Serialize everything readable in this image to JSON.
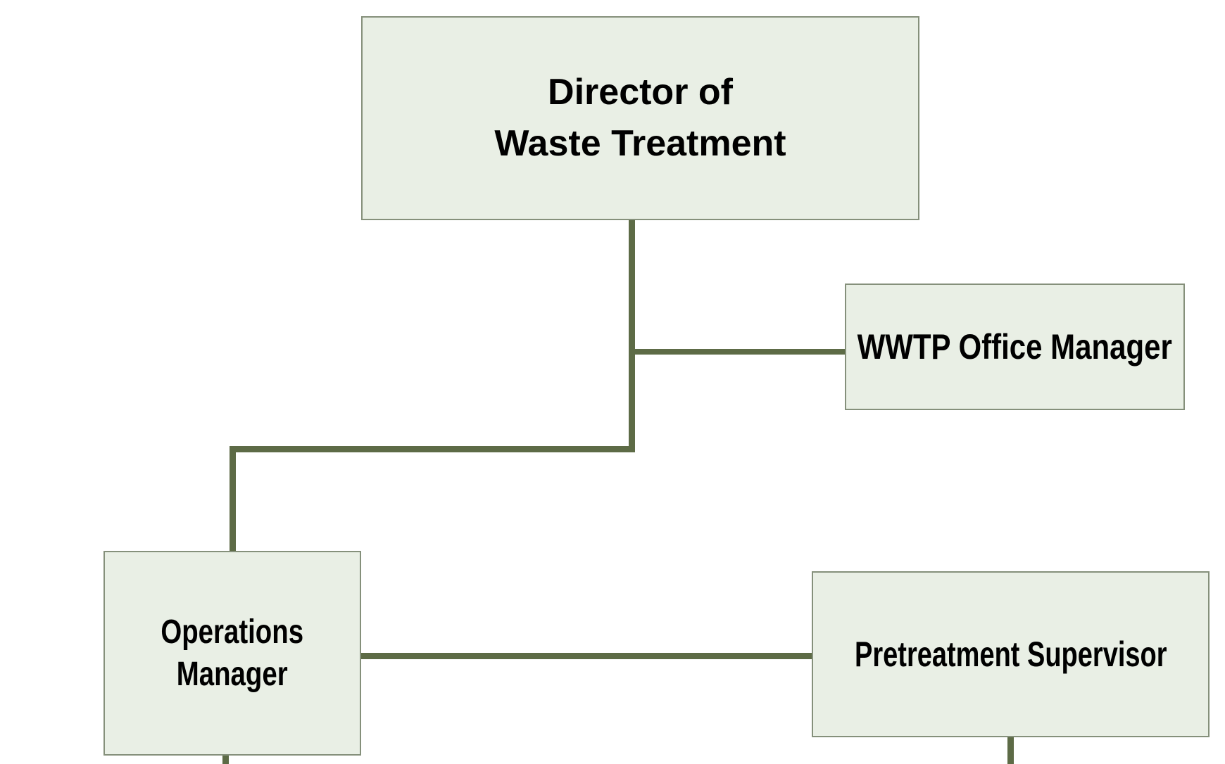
{
  "page": {
    "background_color": "#ffffff",
    "description": "Organizational chart of a waste treatment department, partially cut off at the bottom edge"
  },
  "org_chart": {
    "nodes": [
      {
        "id": "director",
        "label_lines": [
          "Director of",
          "Waste Treatment"
        ]
      },
      {
        "id": "wwtp-office-manager",
        "label_lines": [
          "WWTP Office Manager"
        ]
      },
      {
        "id": "operations-manager",
        "label_lines": [
          "Operations",
          "Manager"
        ]
      },
      {
        "id": "pretreatment-supervisor",
        "label_lines": [
          "Pretreatment Supervisor"
        ]
      }
    ],
    "connections": [
      {
        "from": "director",
        "to": "wwtp-office-manager",
        "type": "elbow-branch-right"
      },
      {
        "from": "director",
        "to": "operations-manager",
        "type": "elbow-down-left"
      },
      {
        "from": "operations-manager",
        "to": "pretreatment-supervisor",
        "type": "straight-horizontal"
      },
      {
        "from": "operations-manager",
        "to": null,
        "type": "stub-continues-below-visible-area"
      },
      {
        "from": "pretreatment-supervisor",
        "to": null,
        "type": "stub-continues-below-visible-area"
      }
    ],
    "colors": {
      "node_fill": "#e9efe5",
      "node_border": "#85907b",
      "connector": "#5d6b46",
      "label_text": "#000000"
    }
  }
}
